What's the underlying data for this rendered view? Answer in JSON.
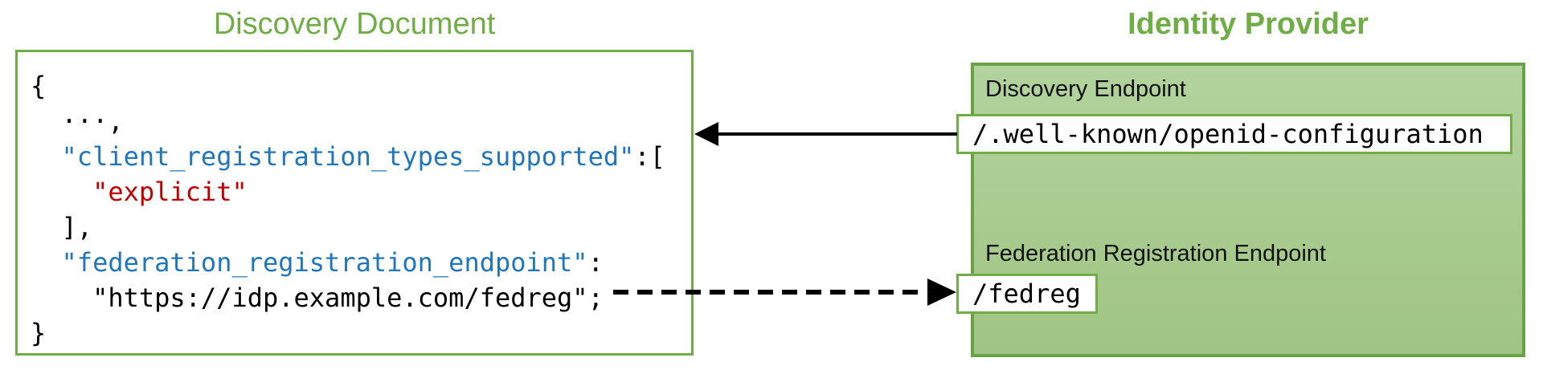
{
  "left": {
    "title": "Discovery Document",
    "code_lines": [
      [
        {
          "text": "{",
          "cls": "plain"
        }
      ],
      [
        {
          "text": "  ···,",
          "cls": "plain"
        }
      ],
      [
        {
          "text": "  ",
          "cls": "plain"
        },
        {
          "text": "\"client_registration_types_supported\"",
          "cls": "key"
        },
        {
          "text": ":[",
          "cls": "plain"
        }
      ],
      [
        {
          "text": "    ",
          "cls": "plain"
        },
        {
          "text": "\"explicit\"",
          "cls": "str"
        }
      ],
      [
        {
          "text": "  ],",
          "cls": "plain"
        }
      ],
      [
        {
          "text": "  ",
          "cls": "plain"
        },
        {
          "text": "\"federation_registration_endpoint\"",
          "cls": "key"
        },
        {
          "text": ":",
          "cls": "plain"
        }
      ],
      [
        {
          "text": "    \"https://idp.example.com/fedreg\";",
          "cls": "plain"
        }
      ],
      [
        {
          "text": "}",
          "cls": "plain"
        }
      ]
    ]
  },
  "right": {
    "title": "Identity Provider",
    "discovery_endpoint": {
      "label": "Discovery Endpoint",
      "path": "/.well-known/openid-configuration"
    },
    "federation_endpoint": {
      "label": "Federation Registration Endpoint",
      "path": "/fedreg"
    }
  },
  "arrows": [
    {
      "name": "discovery-request-arrow",
      "style": "solid",
      "direction": "right-to-left"
    },
    {
      "name": "federation-registration-arrow",
      "style": "dashed",
      "direction": "left-to-right"
    }
  ],
  "colors": {
    "accent_green": "#70AD47",
    "idp_border": "#68A244",
    "idp_fill_top": "#B3D39E",
    "idp_fill_bottom": "#A0C483",
    "code_key_blue": "#2076BC",
    "code_value_red": "#C00000",
    "ink": "#000000"
  }
}
